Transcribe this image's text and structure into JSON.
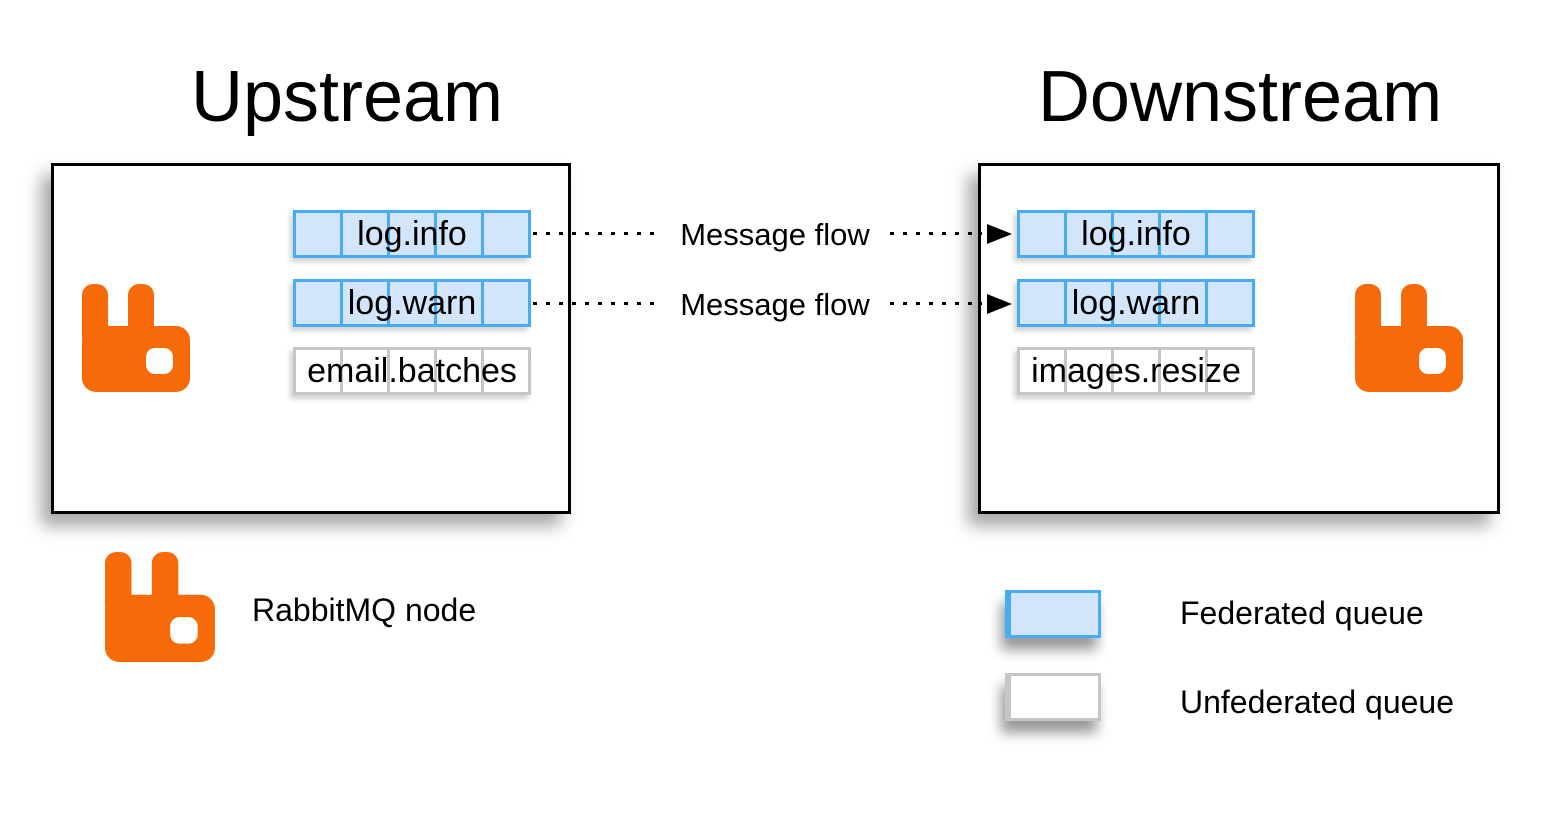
{
  "upstream": {
    "title": "Upstream",
    "queues": [
      {
        "label": "log.info",
        "type": "federated"
      },
      {
        "label": "log.warn",
        "type": "federated"
      },
      {
        "label": "email.batches",
        "type": "unfederated"
      }
    ]
  },
  "downstream": {
    "title": "Downstream",
    "queues": [
      {
        "label": "log.info",
        "type": "federated"
      },
      {
        "label": "log.warn",
        "type": "federated"
      },
      {
        "label": "images.resize",
        "type": "unfederated"
      }
    ]
  },
  "flows": [
    {
      "label": "Message flow"
    },
    {
      "label": "Message flow"
    }
  ],
  "legend": {
    "node_label": "RabbitMQ node",
    "federated_label": "Federated queue",
    "unfederated_label": "Unfederated queue"
  },
  "colors": {
    "rabbit_orange": "#F76A0A",
    "federated_border": "#45ACF5",
    "federated_fill": "#D3E5FB",
    "unfederated_border": "#C6C6C6",
    "unfederated_fill": "#FFFFFF",
    "line_and_text": "#000000"
  }
}
